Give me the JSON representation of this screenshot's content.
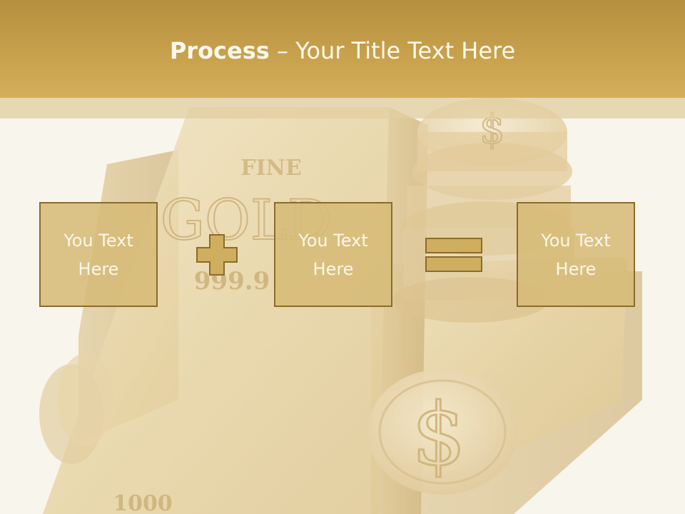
{
  "slide": {
    "title_strong": "Process",
    "title_rest": " – Your Title Text Here"
  },
  "boxes": [
    {
      "text": "You Text Here"
    },
    {
      "text": "You Text Here"
    },
    {
      "text": "You Text Here"
    }
  ],
  "operators": [
    "plus-icon",
    "equals-icon"
  ],
  "background": {
    "engraving_top": "FINE",
    "engraving_main": "GOLD",
    "engraving_purity": "999.9",
    "engraving_bottom": "1000"
  },
  "colors": {
    "header": "#c9a24e",
    "box_fill": "#d6bb78",
    "box_border": "#8a6c2a",
    "text_light": "#fbf6ea"
  }
}
